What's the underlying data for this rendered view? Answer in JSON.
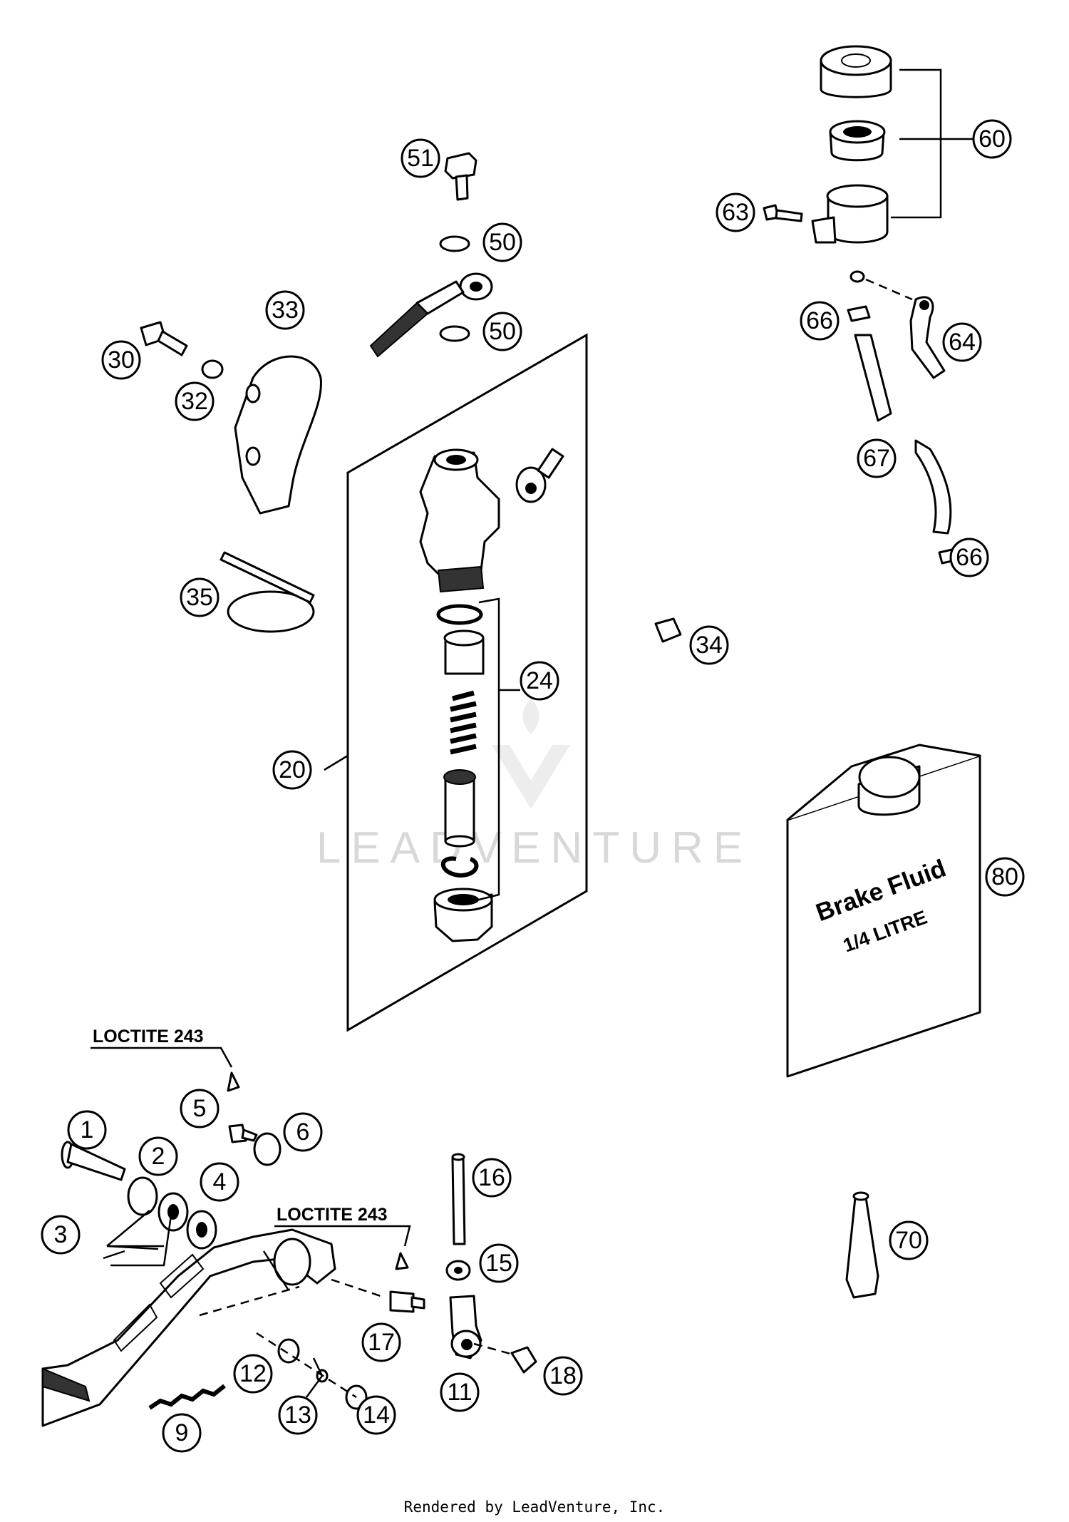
{
  "callouts": [
    {
      "label": "1"
    },
    {
      "label": "2"
    },
    {
      "label": "3"
    },
    {
      "label": "4"
    },
    {
      "label": "5"
    },
    {
      "label": "6"
    },
    {
      "label": "9"
    },
    {
      "label": "11"
    },
    {
      "label": "12"
    },
    {
      "label": "13"
    },
    {
      "label": "14"
    },
    {
      "label": "15"
    },
    {
      "label": "16"
    },
    {
      "label": "17"
    },
    {
      "label": "18"
    },
    {
      "label": "20"
    },
    {
      "label": "24"
    },
    {
      "label": "30"
    },
    {
      "label": "32"
    },
    {
      "label": "33"
    },
    {
      "label": "34"
    },
    {
      "label": "35"
    },
    {
      "label": "50"
    },
    {
      "label": "50"
    },
    {
      "label": "51"
    },
    {
      "label": "60"
    },
    {
      "label": "63"
    },
    {
      "label": "64"
    },
    {
      "label": "66"
    },
    {
      "label": "66"
    },
    {
      "label": "67"
    },
    {
      "label": "70"
    },
    {
      "label": "80"
    }
  ],
  "notes": {
    "loctite_upper": "LOCTITE 243",
    "loctite_lower": "LOCTITE 243"
  },
  "brake_fluid": {
    "line1": "Brake Fluid",
    "line2": "1/4 LITRE"
  },
  "watermark": "LEADVENTURE",
  "footer": "Rendered by LeadVenture, Inc."
}
